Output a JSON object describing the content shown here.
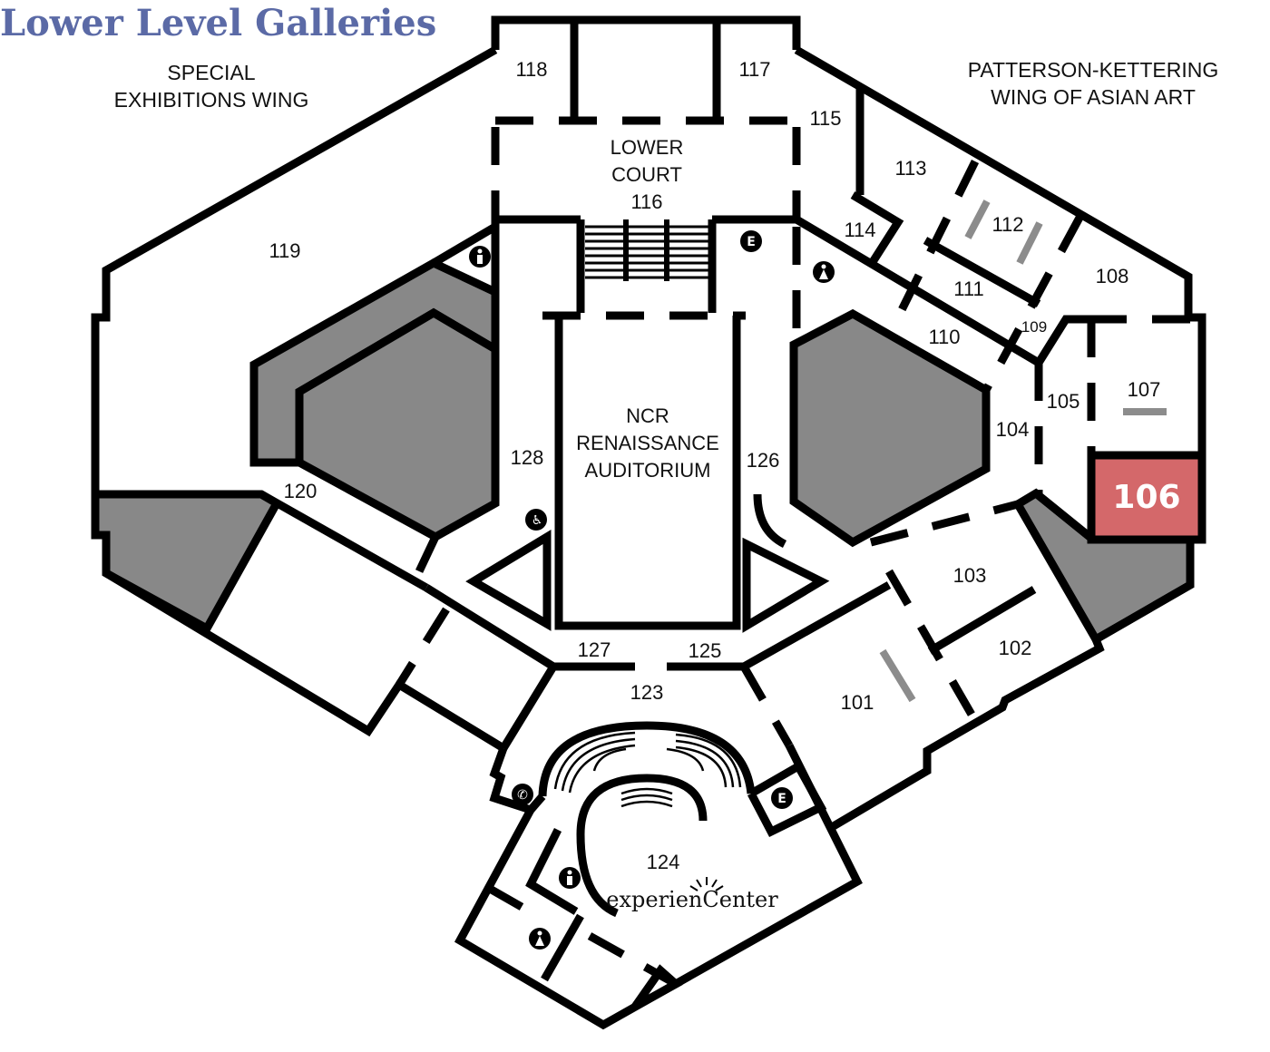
{
  "title": "Lower Level Galleries",
  "wings": {
    "special_line1": "SPECIAL",
    "special_line2": "EXHIBITIONS WING",
    "asian_line1": "PATTERSON-KETTERING",
    "asian_line2": "WING OF ASIAN ART"
  },
  "lower_court": {
    "line1": "LOWER",
    "line2": "COURT",
    "number": "116"
  },
  "auditorium": {
    "line1": "NCR",
    "line2": "RENAISSANCE",
    "line3": "AUDITORIUM"
  },
  "rooms": {
    "r101": "101",
    "r102": "102",
    "r103": "103",
    "r104": "104",
    "r105": "105",
    "r107": "107",
    "r108": "108",
    "r109": "109",
    "r110": "110",
    "r111": "111",
    "r112": "112",
    "r113": "113",
    "r114": "114",
    "r115": "115",
    "r117": "117",
    "r118": "118",
    "r119": "119",
    "r120": "120",
    "r123": "123",
    "r124": "124",
    "r125": "125",
    "r126": "126",
    "r127": "127",
    "r128": "128"
  },
  "highlighted_room": {
    "number": "106",
    "color": "#d4686a"
  },
  "elevator_label": "E",
  "logo": "experienCenter",
  "colors": {
    "title": "#5b6aa6",
    "gallery_gray": "#888888",
    "bench": "#8c8c8c"
  },
  "icons": [
    "restroom-men-icon",
    "restroom-women-icon",
    "elevator-icon",
    "accessible-icon",
    "telephone-icon"
  ]
}
